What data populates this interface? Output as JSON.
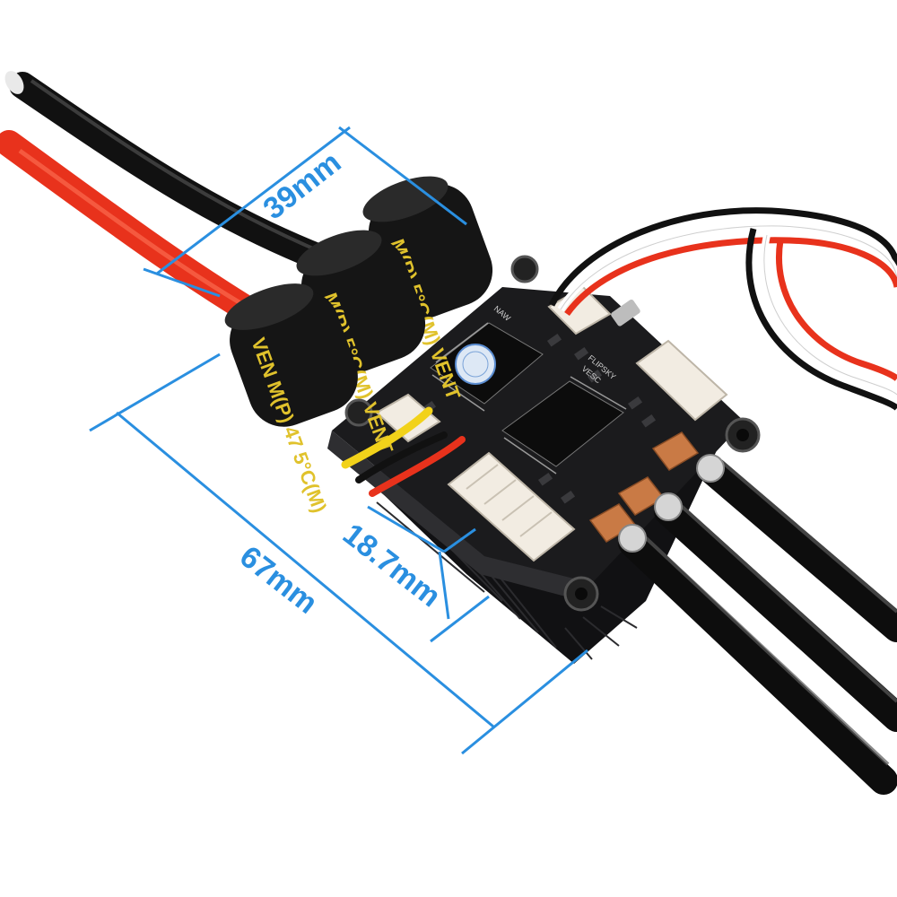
{
  "colors": {
    "background": "#ffffff",
    "dimension_line": "#2a8fe0",
    "pcb": "#1b1b1d",
    "heatsink": "#111113",
    "capacitor": "#151515",
    "capacitor_text": "#e0c22c",
    "wire_red": "#e8321c",
    "wire_black": "#111111",
    "wire_yellow": "#f2d21a",
    "connector": "#f2ece2",
    "inductor": "#c97a45"
  },
  "dimensions": {
    "width": "39mm",
    "length": "67mm",
    "height": "18.7mm"
  },
  "capacitor_markings": {
    "front": "VEN M(P) 47 5°C(M)",
    "middle": "M(P) 5°C(M) VENT",
    "back": "M(P) 5°C(M) VENT"
  },
  "pcb_markings": {
    "silk_1": "NAW",
    "silk_2": "FLIPSKY",
    "silk_3": "VESC"
  }
}
